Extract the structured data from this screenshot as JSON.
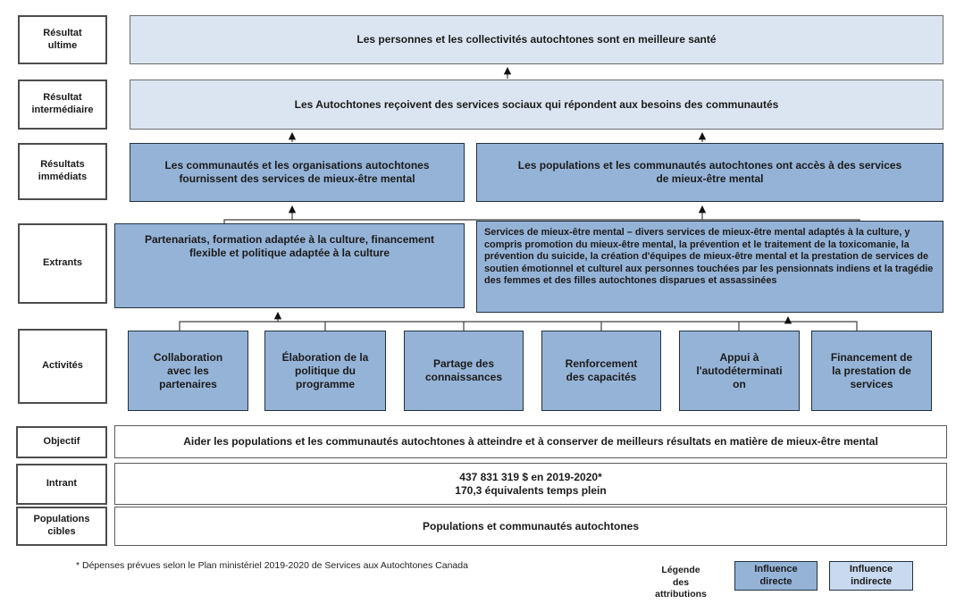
{
  "rows": {
    "ultimate": {
      "label": "Résultat\nultime",
      "text": "Les personnes et les collectivités autochtones sont en meilleure santé"
    },
    "intermediate": {
      "label": "Résultat\nintermédiaire",
      "text": "Les Autochtones reçoivent des services sociaux qui répondent aux besoins des communautés"
    },
    "immediate": {
      "label": "Résultats\nimmédiats",
      "boxes": [
        "Les communautés et les organisations autochtones\nfournissent des services de mieux-être mental",
        "Les populations et les communautés autochtones ont accès à des services\nde mieux-être mental"
      ]
    },
    "outputs": {
      "label": "Extrants",
      "boxes": [
        "Partenariats, formation adaptée à la culture, financement\nflexible et politique adaptée à la culture",
        "Services de mieux-être mental – divers services de mieux-être mental adaptés à la culture, y compris promotion du mieux-être mental, la prévention et le traitement de la toxicomanie, la prévention du suicide, la création d'équipes de mieux-être mental et la prestation de services de soutien émotionnel et culturel aux personnes touchées par les pensionnats indiens et la tragédie des femmes et des filles autochtones disparues et assassinées"
      ]
    },
    "activities": {
      "label": "Activités",
      "boxes": [
        "Collaboration\navec les\npartenaires",
        "Élaboration de la\npolitique du\nprogramme",
        "Partage des\nconnaissances",
        "Renforcement\ndes capacités",
        "Appui à\nl'autodéterminati\non",
        "Financement de\nla prestation de\nservices"
      ]
    },
    "objective": {
      "label": "Objectif",
      "text": "Aider les populations et les communautés autochtones à atteindre et à conserver de meilleurs résultats en matière de mieux-être mental"
    },
    "input": {
      "label": "Intrant",
      "lines": [
        "437 831 319 $ en 2019-2020*",
        "170,3 équivalents temps plein"
      ]
    },
    "target_populations": {
      "label": "Populations\ncibles",
      "text": "Populations et communautés autochtones"
    }
  },
  "footnote": "* Dépenses prévues selon le Plan ministériel 2019-2020 de Services aux Autochtones Canada",
  "legend": {
    "title": "Légende\ndes\nattributions",
    "direct": "Influence\ndirecte",
    "indirect": "Influence\nindirecte"
  },
  "colors": {
    "direct_influence_fill": "#95b3d7",
    "indirect_influence_fill": "#dbe5f1",
    "legend_indirect_fill": "#c9daf0",
    "box_border_dark": "#22313f",
    "label_border": "#4d4d4d",
    "connector": "#3f3f3f"
  }
}
